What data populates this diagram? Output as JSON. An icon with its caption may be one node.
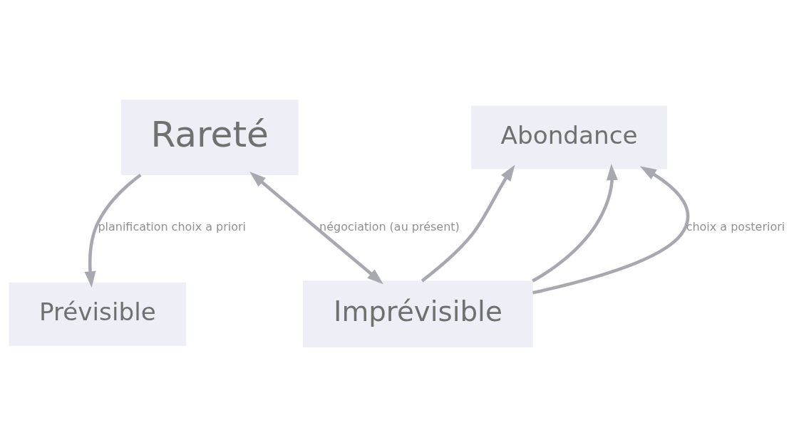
{
  "diagram": {
    "nodes": [
      {
        "text": [
          "Rareté"
        ]
      },
      {
        "text": [
          "Abondance"
        ]
      },
      {
        "text": [
          "Prévisible"
        ]
      },
      {
        "text": [
          "Imprévisible"
        ]
      }
    ],
    "edges": [
      {
        "from": 0,
        "to": 2,
        "arrow": "to",
        "label": "planification choix a priori"
      },
      {
        "from": 0,
        "to": 3,
        "arrow": "both",
        "label": "négociation (au présent)"
      },
      {
        "from": 3,
        "to": 1,
        "arrow": "to"
      },
      {
        "from": 3,
        "to": 1,
        "arrow": "to"
      },
      {
        "from": 3,
        "to": 1,
        "arrow": "to",
        "label": "choix a posteriori"
      }
    ]
  }
}
